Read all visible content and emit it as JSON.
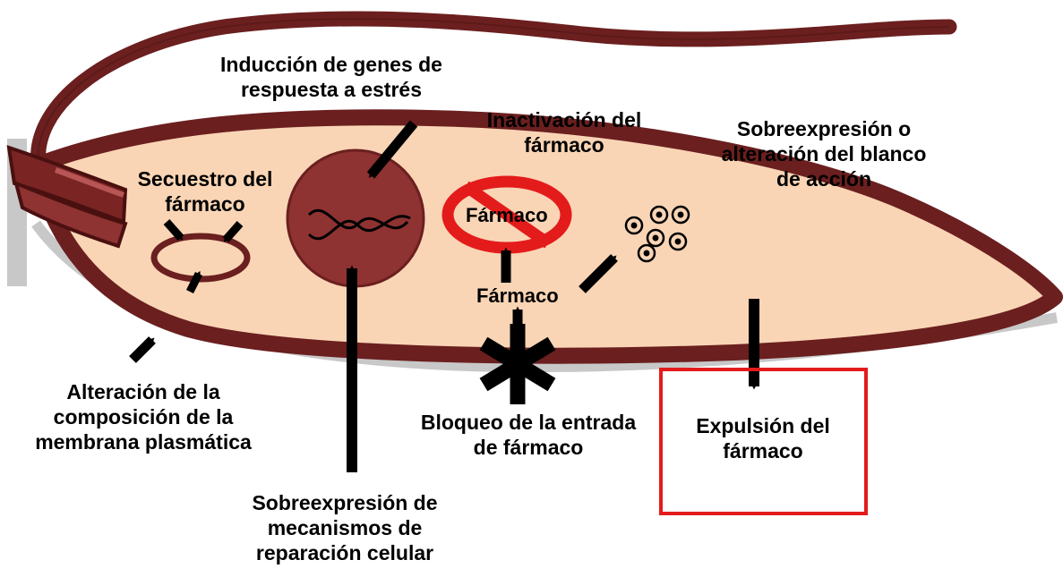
{
  "colors": {
    "membrane": "#6b1f1f",
    "cytoplasm": "#f9d5b5",
    "nucleus": "#8e3232",
    "inhibition": "#e41b1b",
    "box": "#e41b1b",
    "arrow": "#000000"
  },
  "labels": {
    "stress_genes": [
      "Inducción de genes de",
      "respuesta a estrés"
    ],
    "inactivation": [
      "Inactivación del",
      "fármaco"
    ],
    "target": [
      "Sobreexpresión o",
      "alteración del blanco",
      "de acción"
    ],
    "sequestration": [
      "Secuestro del",
      "fármaco"
    ],
    "membrane_change": [
      "Alteración de la",
      "composición de la",
      "membrana plasmática"
    ],
    "repair": [
      "Sobreexpresión de",
      "mecanismos de",
      "reparación celular"
    ],
    "entry_block": [
      "Bloqueo de la entrada",
      "de fármaco"
    ],
    "efflux": [
      "Expulsión del",
      "fármaco"
    ],
    "drug_in_circle": "Fármaco",
    "drug_below": "Fármaco"
  },
  "icons": {
    "nucleus": "dna-helix-icon",
    "inhibition": "no-sign-icon",
    "target": "target-circles-icon",
    "block": "asterisk-icon"
  }
}
